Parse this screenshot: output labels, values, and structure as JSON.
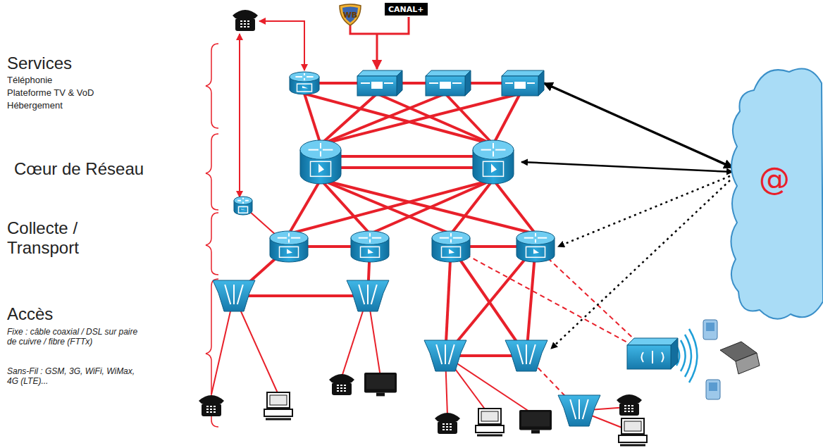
{
  "diagram": {
    "nodes": [
      {
        "text": [
          "WB"
        ]
      },
      {
        "text": [
          "CANAL+"
        ]
      },
      {
        "text": [
          "@"
        ]
      }
    ],
    "labels": [
      "Services",
      "Téléphonie",
      "Plateforme TV & VoD",
      "Hébergement",
      "Cœur de Réseau",
      "Collecte / Transport",
      "Accès",
      "Fixe : câble coaxial / DSL sur paire de cuivre / fibre (FTTx)",
      "Sans-Fil : GSM, 3G, WiFi, WiMax, 4G (LTE)..."
    ]
  }
}
